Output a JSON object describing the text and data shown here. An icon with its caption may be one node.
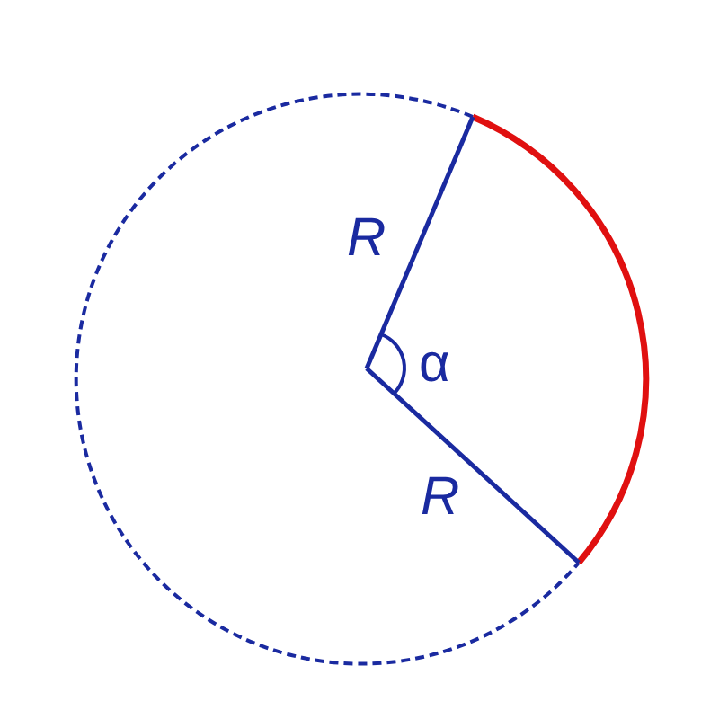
{
  "diagram": {
    "labels": [
      "R",
      "R",
      "α"
    ]
  }
}
